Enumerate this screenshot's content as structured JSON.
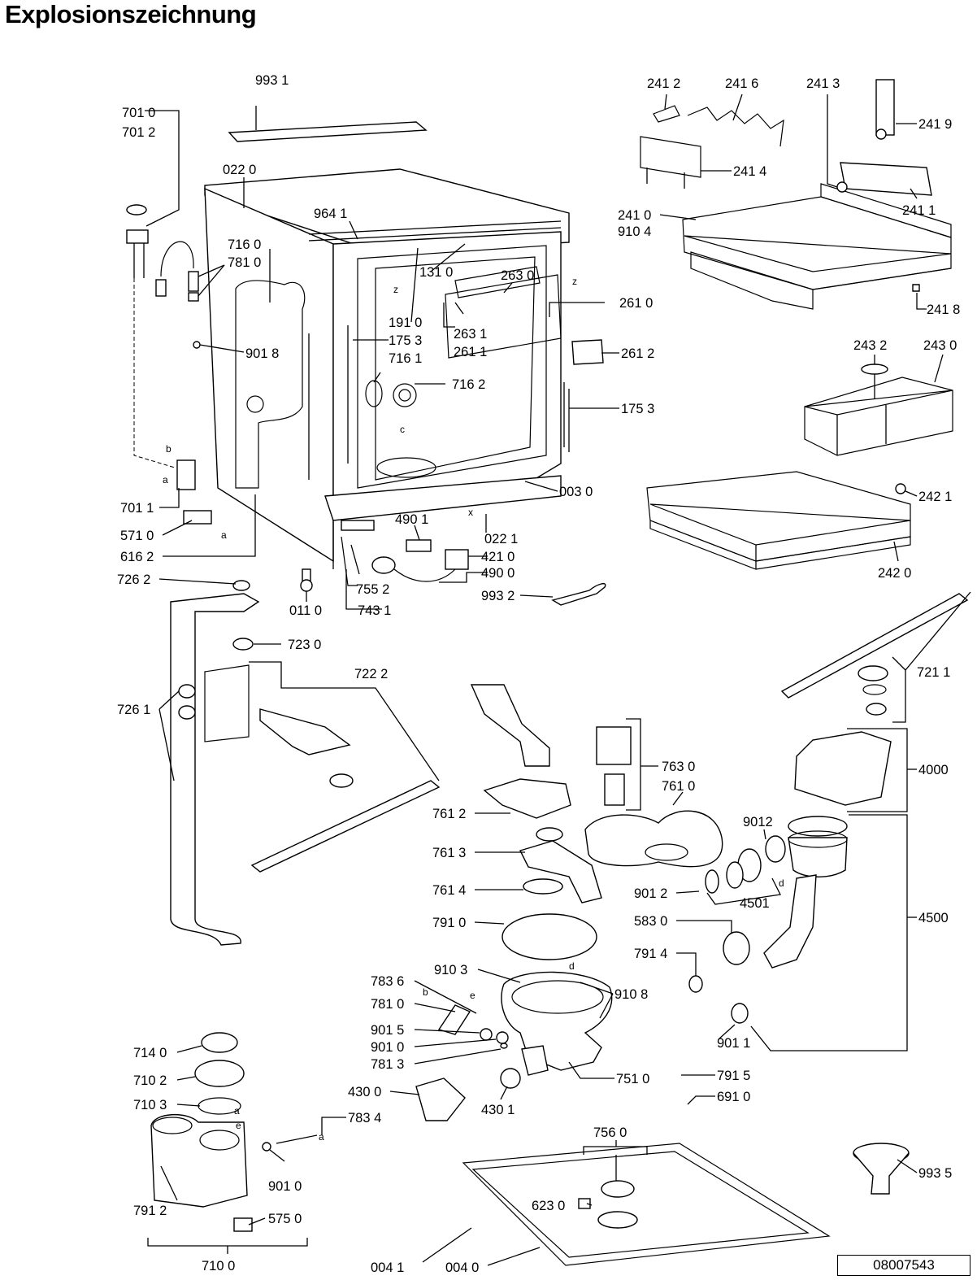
{
  "title": "Explosionszeichnung",
  "document_number": "08007543",
  "labels": [
    {
      "id": "l9931",
      "text": "993 1"
    },
    {
      "id": "l7010",
      "text": "701 0"
    },
    {
      "id": "l7012",
      "text": "701 2"
    },
    {
      "id": "l0220",
      "text": "022 0"
    },
    {
      "id": "l9641",
      "text": "964 1"
    },
    {
      "id": "l7160",
      "text": "716 0"
    },
    {
      "id": "l7810a",
      "text": "781 0"
    },
    {
      "id": "l1310",
      "text": "131 0"
    },
    {
      "id": "l2630",
      "text": "263 0"
    },
    {
      "id": "l2610",
      "text": "261 0"
    },
    {
      "id": "l1910",
      "text": "191 0"
    },
    {
      "id": "l1753a",
      "text": "175 3"
    },
    {
      "id": "l2631",
      "text": "263 1"
    },
    {
      "id": "l2611",
      "text": "261 1"
    },
    {
      "id": "l2612",
      "text": "261 2"
    },
    {
      "id": "l9018",
      "text": "901 8"
    },
    {
      "id": "l7161",
      "text": "716 1"
    },
    {
      "id": "l7162",
      "text": "716 2"
    },
    {
      "id": "l1753b",
      "text": "175 3"
    },
    {
      "id": "l0030",
      "text": "003 0"
    },
    {
      "id": "l7011",
      "text": "701 1"
    },
    {
      "id": "l5710",
      "text": "571 0"
    },
    {
      "id": "l6162",
      "text": "616 2"
    },
    {
      "id": "l4901",
      "text": "490 1"
    },
    {
      "id": "l0221",
      "text": "022 1"
    },
    {
      "id": "l4210",
      "text": "421 0"
    },
    {
      "id": "l4900",
      "text": "490 0"
    },
    {
      "id": "l7552",
      "text": "755 2"
    },
    {
      "id": "l0110",
      "text": "011 0"
    },
    {
      "id": "l7431",
      "text": "743 1"
    },
    {
      "id": "l9932",
      "text": "993 2"
    },
    {
      "id": "l7262",
      "text": "726 2"
    },
    {
      "id": "l7230",
      "text": "723 0"
    },
    {
      "id": "l7222",
      "text": "722 2"
    },
    {
      "id": "l7261",
      "text": "726 1"
    },
    {
      "id": "l2412",
      "text": "241 2"
    },
    {
      "id": "l2416",
      "text": "241 6"
    },
    {
      "id": "l2413",
      "text": "241 3"
    },
    {
      "id": "l2419",
      "text": "241 9"
    },
    {
      "id": "l2414",
      "text": "241 4"
    },
    {
      "id": "l2410",
      "text": "241 0"
    },
    {
      "id": "l9104",
      "text": "910 4"
    },
    {
      "id": "l2411",
      "text": "241 1"
    },
    {
      "id": "l2418",
      "text": "241 8"
    },
    {
      "id": "l2432",
      "text": "243 2"
    },
    {
      "id": "l2430",
      "text": "243 0"
    },
    {
      "id": "l2421",
      "text": "242 1"
    },
    {
      "id": "l2420",
      "text": "242 0"
    },
    {
      "id": "l7211",
      "text": "721 1"
    },
    {
      "id": "l4000",
      "text": "4000"
    },
    {
      "id": "l7630",
      "text": "763 0"
    },
    {
      "id": "l7610",
      "text": "761 0"
    },
    {
      "id": "l7612",
      "text": "761 2"
    },
    {
      "id": "l7613",
      "text": "761 3"
    },
    {
      "id": "l7614",
      "text": "761 4"
    },
    {
      "id": "l90120",
      "text": "9012"
    },
    {
      "id": "l9012",
      "text": "901 2"
    },
    {
      "id": "l4501",
      "text": "4501"
    },
    {
      "id": "l4500",
      "text": "4500"
    },
    {
      "id": "l7910",
      "text": "791 0"
    },
    {
      "id": "l5830",
      "text": "583 0"
    },
    {
      "id": "l7914",
      "text": "791 4"
    },
    {
      "id": "l7836",
      "text": "783 6"
    },
    {
      "id": "l9103",
      "text": "910 3"
    },
    {
      "id": "l7810b",
      "text": "781 0"
    },
    {
      "id": "l9108",
      "text": "910 8"
    },
    {
      "id": "l9015",
      "text": "901 5"
    },
    {
      "id": "l9010a",
      "text": "901 0"
    },
    {
      "id": "l7813",
      "text": "781 3"
    },
    {
      "id": "l9011",
      "text": "901 1"
    },
    {
      "id": "l7140",
      "text": "714 0"
    },
    {
      "id": "l7102",
      "text": "710 2"
    },
    {
      "id": "l4300",
      "text": "430 0"
    },
    {
      "id": "l7510",
      "text": "751 0"
    },
    {
      "id": "l7915",
      "text": "791 5"
    },
    {
      "id": "l7103",
      "text": "710 3"
    },
    {
      "id": "l4301",
      "text": "430 1"
    },
    {
      "id": "l6910",
      "text": "691 0"
    },
    {
      "id": "l7834",
      "text": "783 4"
    },
    {
      "id": "l7560",
      "text": "756 0"
    },
    {
      "id": "l9010b",
      "text": "901 0"
    },
    {
      "id": "l7912",
      "text": "791 2"
    },
    {
      "id": "l6230",
      "text": "623 0"
    },
    {
      "id": "l9935",
      "text": "993 5"
    },
    {
      "id": "l5750",
      "text": "575 0"
    },
    {
      "id": "l7100",
      "text": "710 0"
    },
    {
      "id": "l0041",
      "text": "004 1"
    },
    {
      "id": "l0040",
      "text": "004 0"
    }
  ],
  "letters": [
    {
      "id": "z1",
      "text": "z"
    },
    {
      "id": "z2",
      "text": "z"
    },
    {
      "id": "c1",
      "text": "c"
    },
    {
      "id": "x1",
      "text": "x"
    },
    {
      "id": "b1",
      "text": "b"
    },
    {
      "id": "a1",
      "text": "a"
    },
    {
      "id": "a2",
      "text": "a"
    },
    {
      "id": "d1",
      "text": "d"
    },
    {
      "id": "d2",
      "text": "d"
    },
    {
      "id": "e1",
      "text": "e"
    },
    {
      "id": "b2",
      "text": "b"
    },
    {
      "id": "e2",
      "text": "e"
    },
    {
      "id": "a3",
      "text": "a"
    },
    {
      "id": "a4",
      "text": "a"
    }
  ]
}
